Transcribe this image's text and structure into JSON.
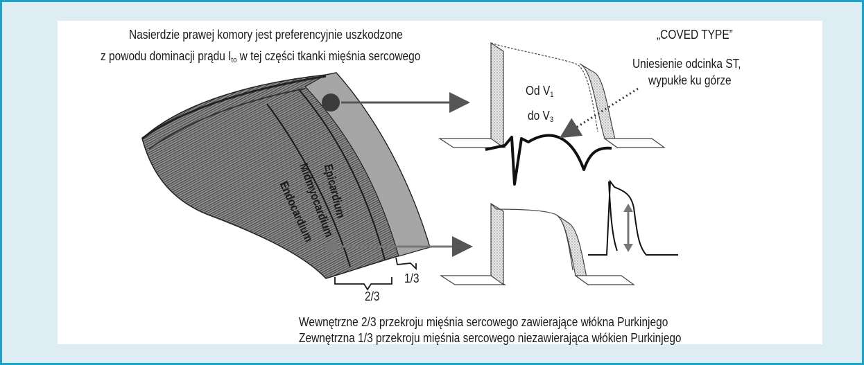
{
  "top_caption": {
    "line1": "Nasierdzie prawej komory jest preferencyjnie uszkodzone",
    "line2_prefix": "z powodu dominacji prądu I",
    "line2_sub": "to",
    "line2_suffix": " w tej części tkanki mięśnia sercowego"
  },
  "coved_type_label": "„COVED TYPE”",
  "st_label": {
    "line1": "Uniesienie odcinka ST,",
    "line2": "wypukłe ku górze"
  },
  "leads": {
    "from_prefix": "Od V",
    "from_sub": "1",
    "to_prefix": "do V",
    "to_sub": "3"
  },
  "layers": {
    "epicardium": "Epicardium",
    "midmyocardium": "Midmyocardium",
    "endocardium": "Endocardium"
  },
  "fractions": {
    "one_third": "1/3",
    "two_thirds": "2/3"
  },
  "bottom_caption": {
    "line1": "Wewnętrzne 2/3 przekroju mięśnia sercowego zawierające włókna Purkinjego",
    "line2": "Zewnętrzna 1/3 przekroju mięśnia sercowego niezawierająca włókien Purkinjego"
  },
  "colors": {
    "border": "#1aa3c9",
    "background": "#deedf3",
    "tissue_gray": "#8a8a8a",
    "arrow_gray": "#555555"
  }
}
